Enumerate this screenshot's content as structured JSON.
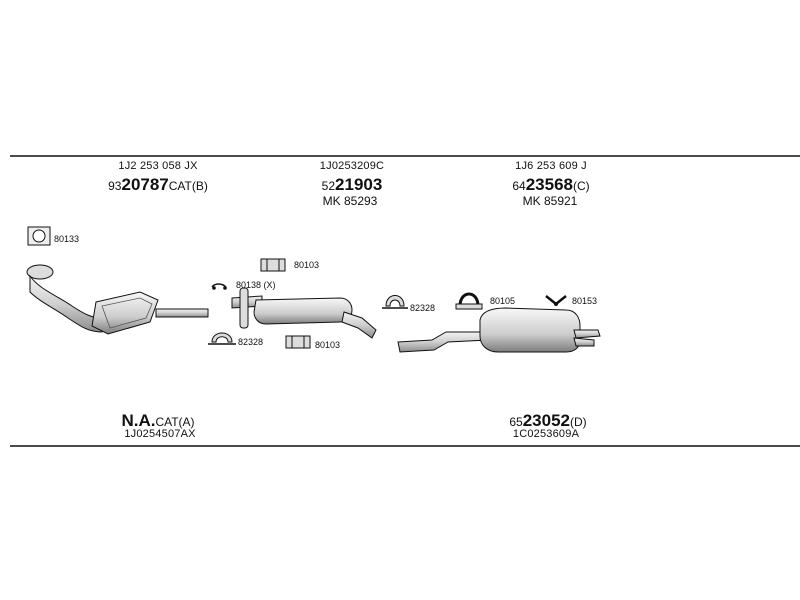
{
  "top_groups": [
    {
      "oe": "1J2 253 058 JX",
      "prefix": "93",
      "number": "20787",
      "suffix": "CAT(B)",
      "mk": ""
    },
    {
      "oe": "1J0253209C",
      "prefix": "52",
      "number": "21903",
      "suffix": "",
      "mk": "MK  85293"
    },
    {
      "oe": "1J6 253 609 J",
      "prefix": "64",
      "number": "23568",
      "suffix": "(C)",
      "mk": "MK  85921"
    }
  ],
  "bottom_groups": [
    {
      "prefix": "",
      "number": "N.A.",
      "suffix": "CAT(A)",
      "oe": "1J0254507AX"
    },
    {
      "prefix": "65",
      "number": "23052",
      "suffix": "(D)",
      "oe": "1C0253609A"
    }
  ],
  "parts": {
    "p80133": "80133",
    "p80103a": "80103",
    "p80138": "80138 (X)",
    "p82328a": "82328",
    "p80103b": "80103",
    "p82328b": "82328",
    "p80105": "80105",
    "p80153": "80153"
  },
  "colors": {
    "line": "#111111",
    "part_fill": "#e6e6e6",
    "part_shade": "#9a9a9a"
  }
}
